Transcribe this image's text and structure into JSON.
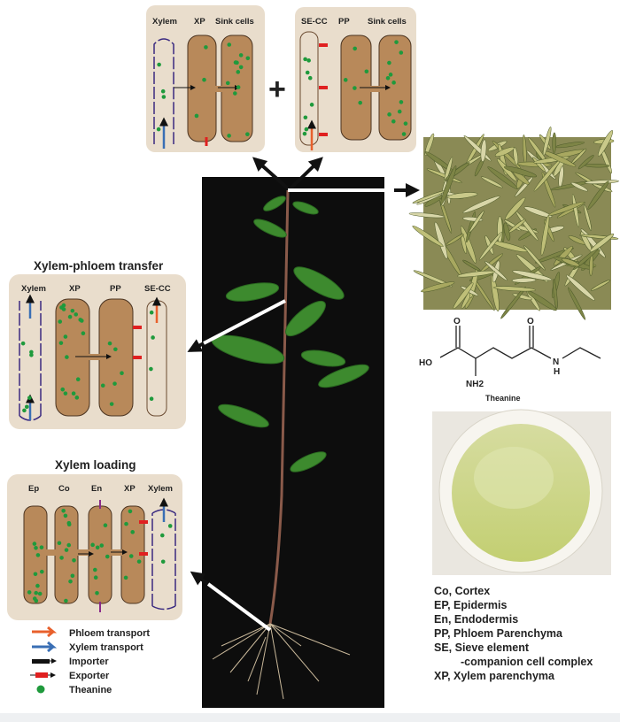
{
  "top_panel_left": {
    "labels": [
      "Xylem",
      "XP",
      "Sink cells"
    ]
  },
  "plus_sign": "+",
  "top_panel_right": {
    "labels": [
      "SE-CC",
      "PP",
      "Sink cells"
    ]
  },
  "xylem_phloem_transfer": {
    "title": "Xylem-phloem transfer",
    "labels": [
      "Xylem",
      "XP",
      "PP",
      "SE-CC"
    ]
  },
  "xylem_loading": {
    "title": "Xylem loading",
    "labels": [
      "Ep",
      "Co",
      "En",
      "XP",
      "Xylem"
    ]
  },
  "legend": [
    {
      "label": "Phloem transport",
      "color": "#e8602c"
    },
    {
      "label": "Xylem transport",
      "color": "#3a6fb5"
    },
    {
      "label": "Importer",
      "color": "#111111"
    },
    {
      "label": "Exporter",
      "color": "#e02020"
    },
    {
      "label": "Theanine",
      "color": "#1f9a3c"
    }
  ],
  "molecule": {
    "name": "Theanine",
    "atoms": {
      "ho": "HO",
      "o1": "O",
      "o2": "O",
      "nh2": "NH2",
      "n": "N",
      "h": "H"
    }
  },
  "abbreviations": [
    "Co, Cortex",
    "EP, Epidermis",
    "En, Endodermis",
    "PP, Phloem Parenchyma",
    "SE, Sieve element",
    "-companion cell complex",
    "XP, Xylem parenchyma"
  ],
  "colors": {
    "panel": "#e9ddcc",
    "cell": "#b8895a",
    "cell_outline": "#4a3320",
    "dot": "#1f9a3c",
    "photo_bg": "#0d0d0d"
  }
}
